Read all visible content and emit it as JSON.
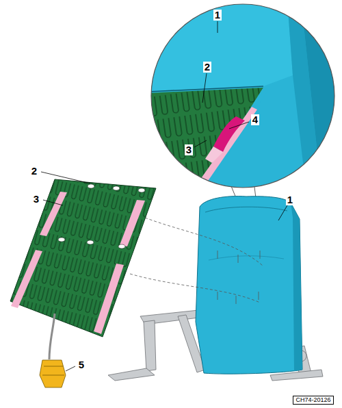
{
  "diagram": {
    "labels": [
      "1",
      "2",
      "4",
      "3",
      "2",
      "3",
      "1",
      "5",
      "CH74-20126"
    ]
  }
}
